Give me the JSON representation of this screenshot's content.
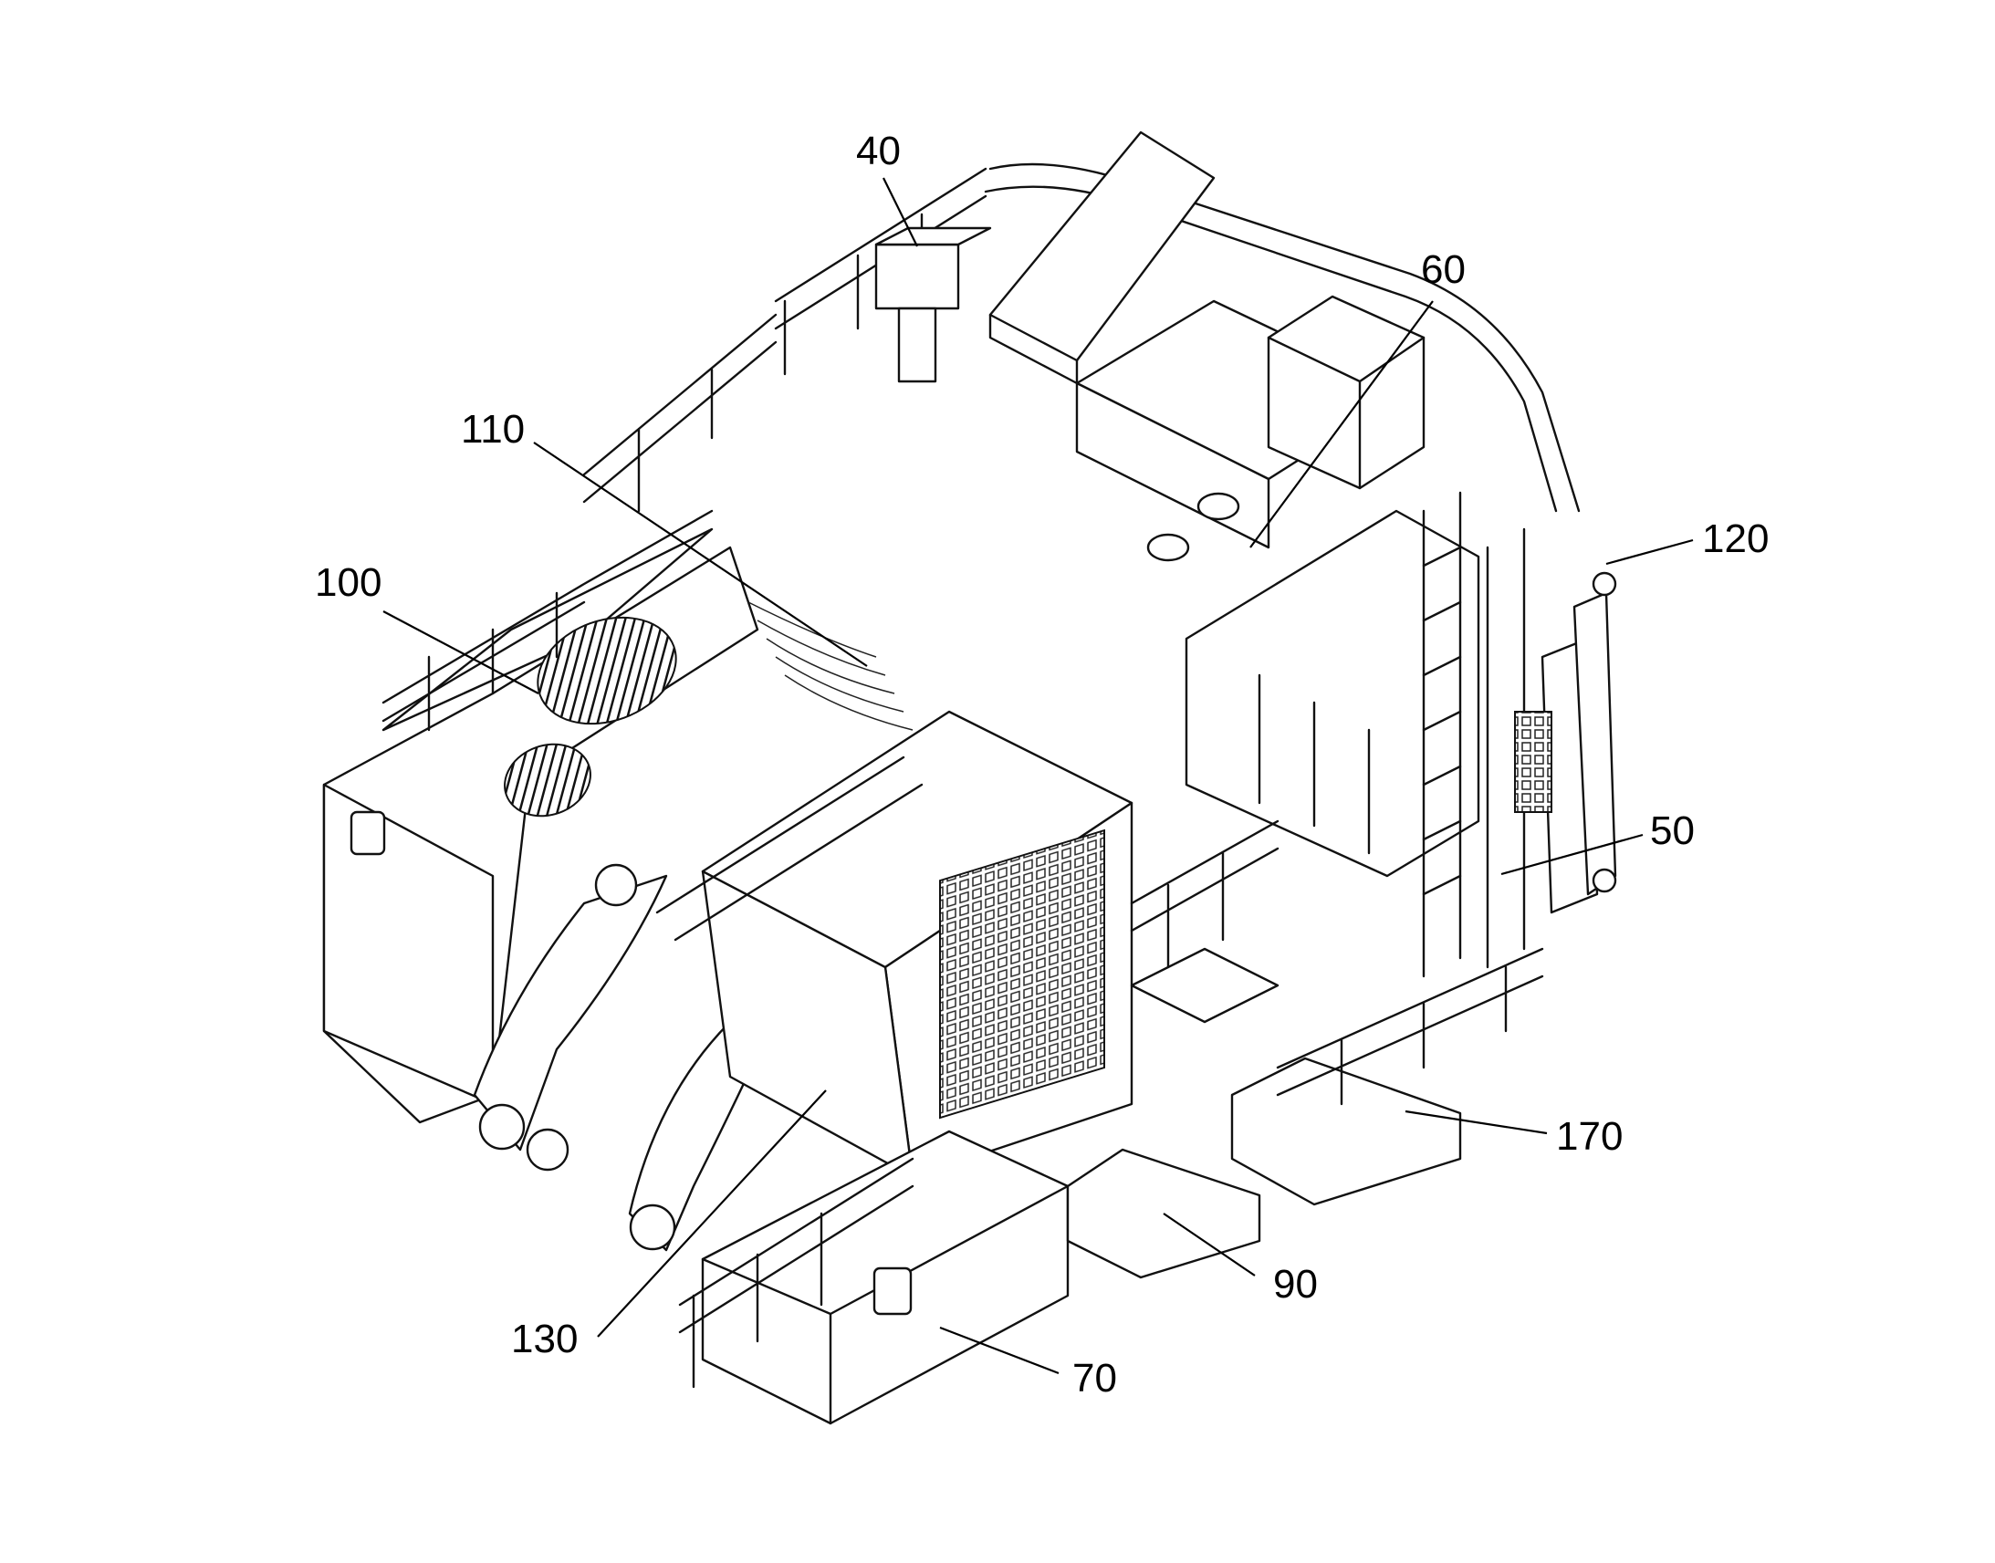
{
  "figure": {
    "reference_numerals": [
      {
        "id": "ref-40",
        "text": "40"
      },
      {
        "id": "ref-60",
        "text": "60"
      },
      {
        "id": "ref-110",
        "text": "110"
      },
      {
        "id": "ref-100",
        "text": "100"
      },
      {
        "id": "ref-120",
        "text": "120"
      },
      {
        "id": "ref-50",
        "text": "50"
      },
      {
        "id": "ref-170",
        "text": "170"
      },
      {
        "id": "ref-90",
        "text": "90"
      },
      {
        "id": "ref-70",
        "text": "70"
      },
      {
        "id": "ref-130",
        "text": "130"
      }
    ]
  }
}
